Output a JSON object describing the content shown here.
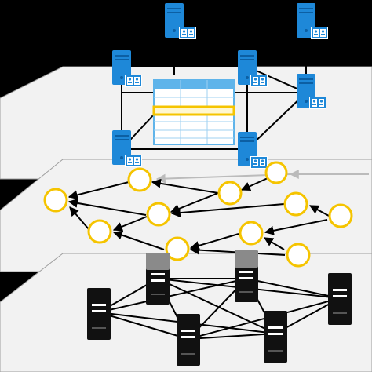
{
  "colors": {
    "background": "#000000",
    "plane_fill": "#f2f2f2",
    "plane_edge": "#9e9e9e",
    "server_blue": "#1e88d8",
    "server_black": "#111111",
    "node_yellow": "#f5c400",
    "table_blue": "#5fb4ea",
    "table_highlight": "#f5c400",
    "edge": "#000000"
  },
  "layers": [
    {
      "name": "top-plane",
      "icon": "database-server-icon"
    },
    {
      "name": "middle-plane",
      "icon": "graph-node-icon"
    },
    {
      "name": "bottom-plane",
      "icon": "physical-server-icon"
    }
  ]
}
